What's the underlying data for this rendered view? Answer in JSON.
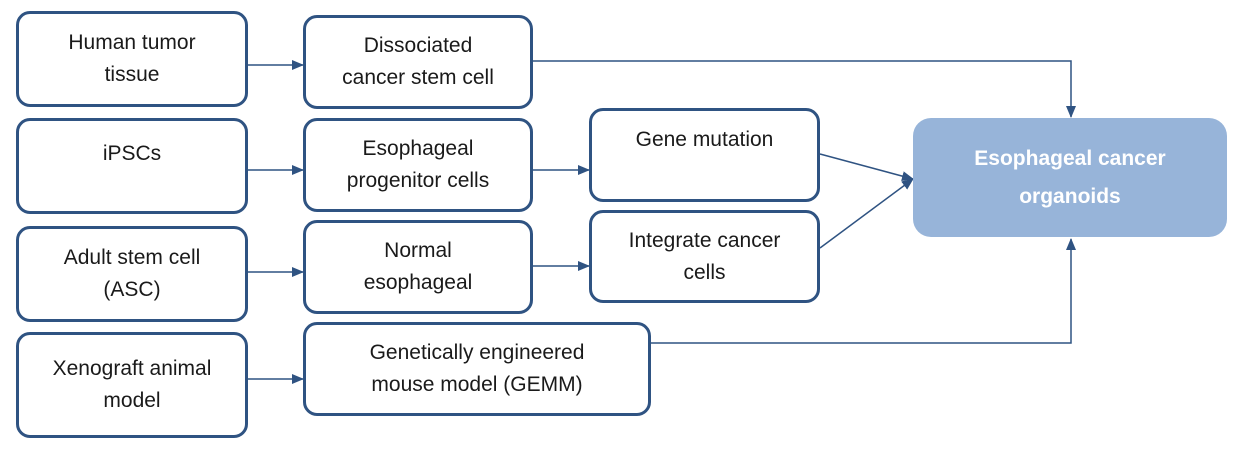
{
  "diagram": {
    "colors": {
      "border": "#2f5382",
      "arrow": "#2f5382",
      "target_fill": "#97b4d9",
      "target_text": "#ffffff"
    },
    "nodes": [
      {
        "id": "human-tumor-tissue",
        "lines": [
          "Human tumor",
          "tissue"
        ]
      },
      {
        "id": "ipscs",
        "lines": [
          "iPSCs"
        ]
      },
      {
        "id": "adult-stem-cell",
        "lines": [
          "Adult stem cell",
          "(ASC)"
        ]
      },
      {
        "id": "xenograft-animal-model",
        "lines": [
          "Xenograft animal",
          "model"
        ]
      },
      {
        "id": "dissociated-cancer-stem-cell",
        "lines": [
          "Dissociated",
          "cancer stem cell"
        ]
      },
      {
        "id": "esophageal-progenitor-cells",
        "lines": [
          "Esophageal",
          "progenitor cells"
        ]
      },
      {
        "id": "normal-esophageal",
        "lines": [
          "Normal",
          "esophageal"
        ]
      },
      {
        "id": "gemm",
        "lines": [
          "Genetically engineered",
          "mouse model (GEMM)"
        ]
      },
      {
        "id": "gene-mutation",
        "lines": [
          "Gene mutation"
        ]
      },
      {
        "id": "integrate-cancer-cells",
        "lines": [
          "Integrate cancer",
          "cells"
        ]
      },
      {
        "id": "esophageal-cancer-organoids",
        "lines": [
          "Esophageal cancer",
          "organoids"
        ]
      }
    ],
    "edges": [
      {
        "from": "human-tumor-tissue",
        "to": "dissociated-cancer-stem-cell"
      },
      {
        "from": "ipscs",
        "to": "esophageal-progenitor-cells"
      },
      {
        "from": "adult-stem-cell",
        "to": "normal-esophageal"
      },
      {
        "from": "xenograft-animal-model",
        "to": "gemm"
      },
      {
        "from": "esophageal-progenitor-cells",
        "to": "gene-mutation"
      },
      {
        "from": "normal-esophageal",
        "to": "integrate-cancer-cells"
      },
      {
        "from": "dissociated-cancer-stem-cell",
        "to": "esophageal-cancer-organoids"
      },
      {
        "from": "gene-mutation",
        "to": "esophageal-cancer-organoids"
      },
      {
        "from": "integrate-cancer-cells",
        "to": "esophageal-cancer-organoids"
      },
      {
        "from": "gemm",
        "to": "esophageal-cancer-organoids"
      }
    ]
  }
}
